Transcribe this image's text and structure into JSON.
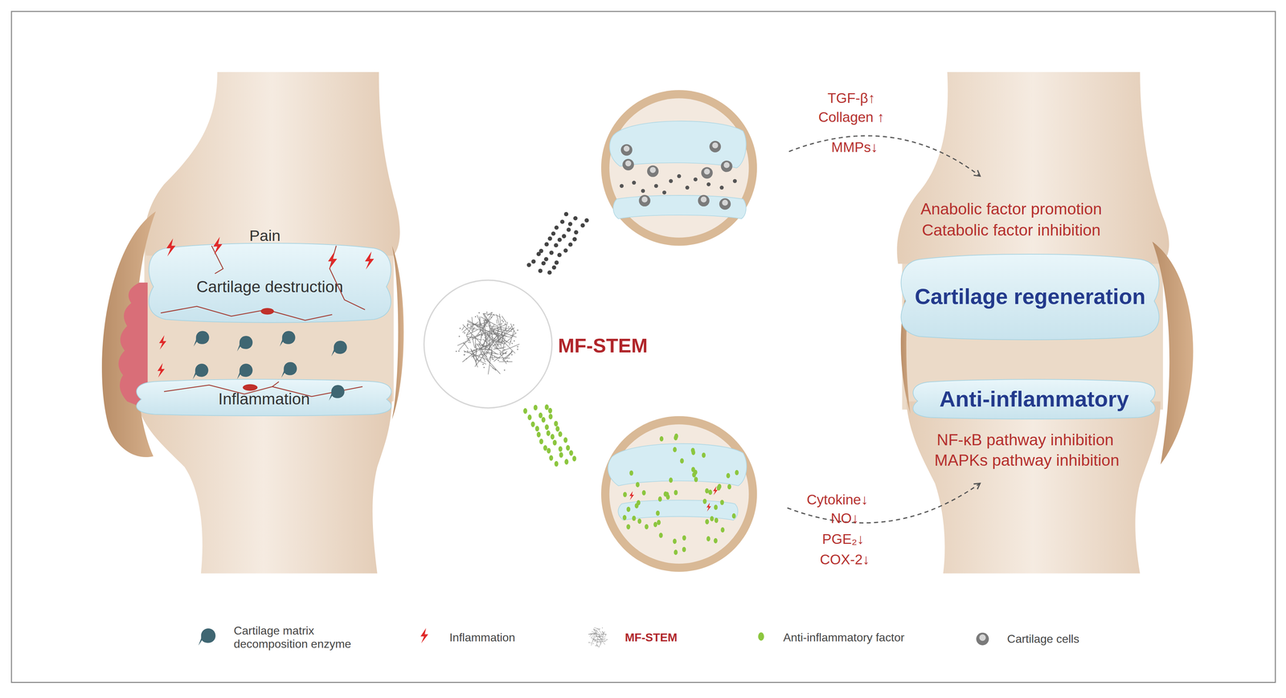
{
  "diagram": {
    "nodes": [
      {
        "text": [
          "Cartilage destruction"
        ]
      },
      {
        "text": [
          "Inflammation"
        ]
      },
      {
        "text": [
          "Cartilage regeneration"
        ]
      },
      {
        "text": [
          "Anti-inflammatory"
        ]
      }
    ],
    "labels": [
      "Pain",
      "MF-STEM",
      "TGF-β↑",
      "Collagen ↑",
      "MMPs↓",
      "Anabolic factor promotion",
      "Catabolic factor inhibition",
      "NF-κB pathway inhibition",
      "MAPKs pathway inhibition",
      "Cytokine↓",
      "NO↓",
      "PGE₂↓",
      "COX-2↓"
    ],
    "legend": [
      {
        "text": "Cartilage matrix decomposition enzyme"
      },
      {
        "text": "Inflammation"
      },
      {
        "text": "MF-STEM"
      },
      {
        "text": "Anti-inflammatory factor",
        "color": "#8cc63f"
      },
      {
        "text": "Cartilage cells"
      }
    ]
  }
}
